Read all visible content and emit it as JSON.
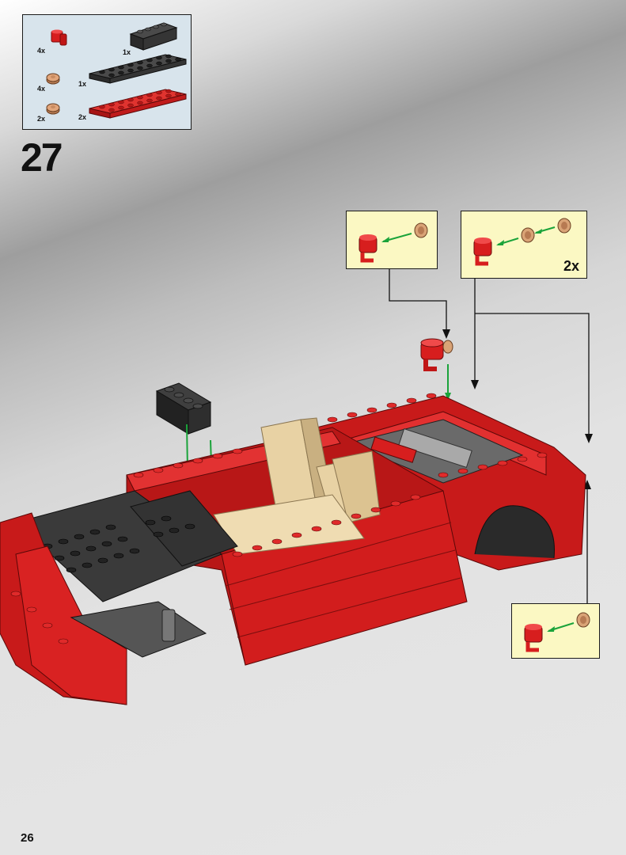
{
  "step": {
    "number": "27"
  },
  "parts_list": [
    {
      "qty": "4x",
      "name": "red-brick-with-clip-icon"
    },
    {
      "qty": "4x",
      "name": "tan-round-plate-icon"
    },
    {
      "qty": "2x",
      "name": "tan-round-plate-small-icon"
    },
    {
      "qty": "1x",
      "name": "dark-gray-brick-1x4-icon"
    },
    {
      "qty": "1x",
      "name": "dark-gray-plate-2x8-icon"
    },
    {
      "qty": "2x",
      "name": "red-plate-2x8-icon"
    }
  ],
  "callouts": [
    {
      "qty": ""
    },
    {
      "qty": "2x"
    },
    {
      "qty": ""
    }
  ],
  "page": {
    "number": "26"
  },
  "colors": {
    "brick_red": "#d71e1e",
    "dark_gray": "#3a3a3a",
    "tan": "#e8d2a4",
    "callout_bg": "#fbf8c3",
    "parts_bg": "#d8e4ec",
    "arrow_green": "#1aa33a"
  }
}
